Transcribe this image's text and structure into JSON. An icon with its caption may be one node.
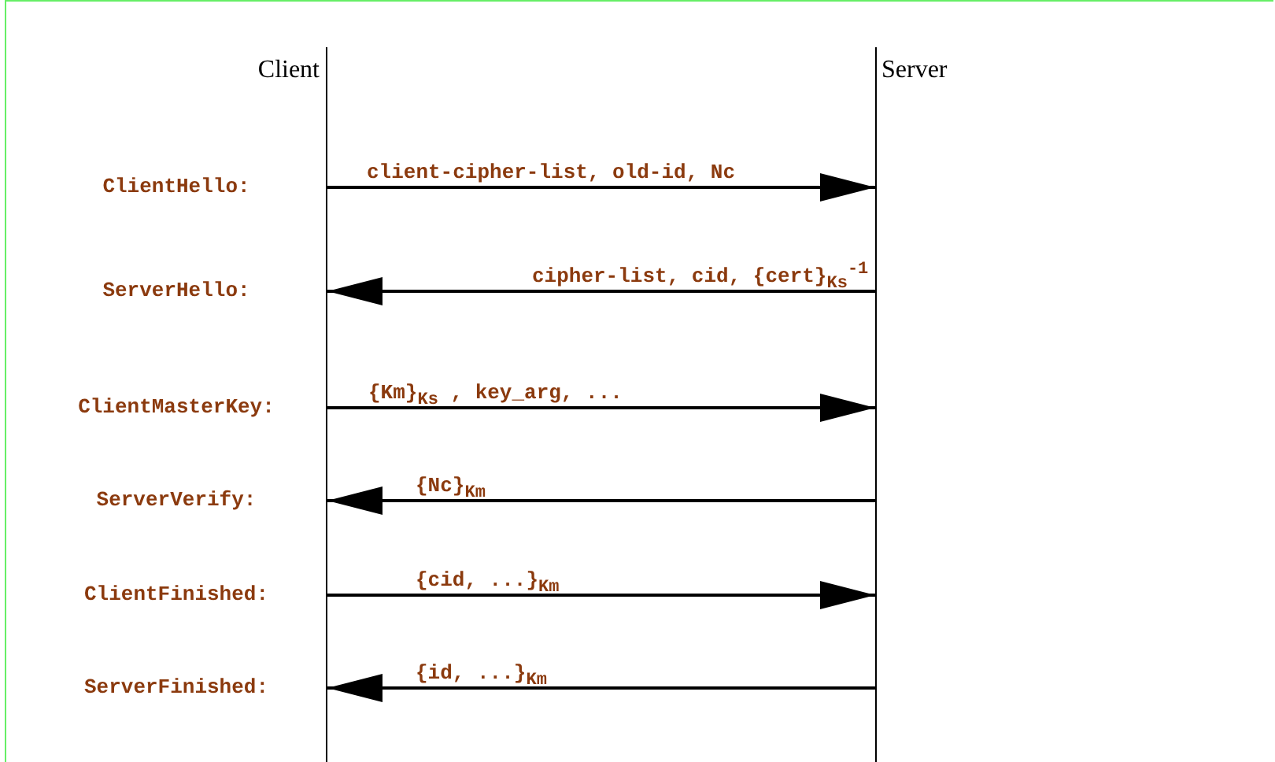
{
  "diagram": {
    "nodes": [
      {
        "text": [
          "Client"
        ]
      },
      {
        "text": [
          "Server"
        ]
      }
    ],
    "edges": [
      {
        "from": 0,
        "to": 1,
        "arrow": "to",
        "label": "client-cipher-list, old-id, Nc"
      },
      {
        "from": 1,
        "to": 0,
        "arrow": "to",
        "label": "cipher-list, cid, {cert}$_{Ks}$$^{-1}$"
      },
      {
        "from": 0,
        "to": 1,
        "arrow": "to",
        "label": "{Km}$_{Ks}$ , key_arg, ..."
      },
      {
        "from": 1,
        "to": 0,
        "arrow": "to",
        "label": "{Nc}$_{Km}$"
      },
      {
        "from": 0,
        "to": 1,
        "arrow": "to",
        "label": "{cid, ...}$_{Km}$"
      },
      {
        "from": 1,
        "to": 0,
        "arrow": "to",
        "label": "{id, ...}$_{Km}$"
      }
    ],
    "labels": [
      "ClientHello:",
      "ServerHello:",
      "ClientMasterKey:",
      "ServerVerify:",
      "ClientFinished:",
      "ServerFinished:"
    ]
  }
}
